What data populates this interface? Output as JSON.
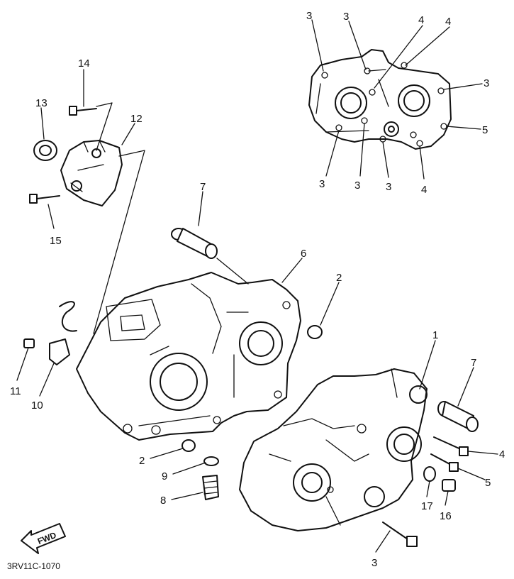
{
  "diagram": {
    "code": "3RV11C-1070",
    "fwd_label": "FWD",
    "callouts": {
      "top_3a": "3",
      "top_3b": "3",
      "top_4a": "4",
      "top_4b": "4",
      "top_3c": "3",
      "top_5": "5",
      "top_3d": "3",
      "top_3e": "3",
      "top_3f": "3",
      "top_4c": "4",
      "p14": "14",
      "p13": "13",
      "p12": "12",
      "p15": "15",
      "p7a": "7",
      "p6": "6",
      "p2a": "2",
      "p11": "11",
      "p10": "10",
      "p1": "1",
      "p7b": "7",
      "p2b": "2",
      "p9": "9",
      "p8": "8",
      "p4": "4",
      "p5": "5",
      "p17": "17",
      "p16": "16",
      "p3": "3"
    }
  }
}
